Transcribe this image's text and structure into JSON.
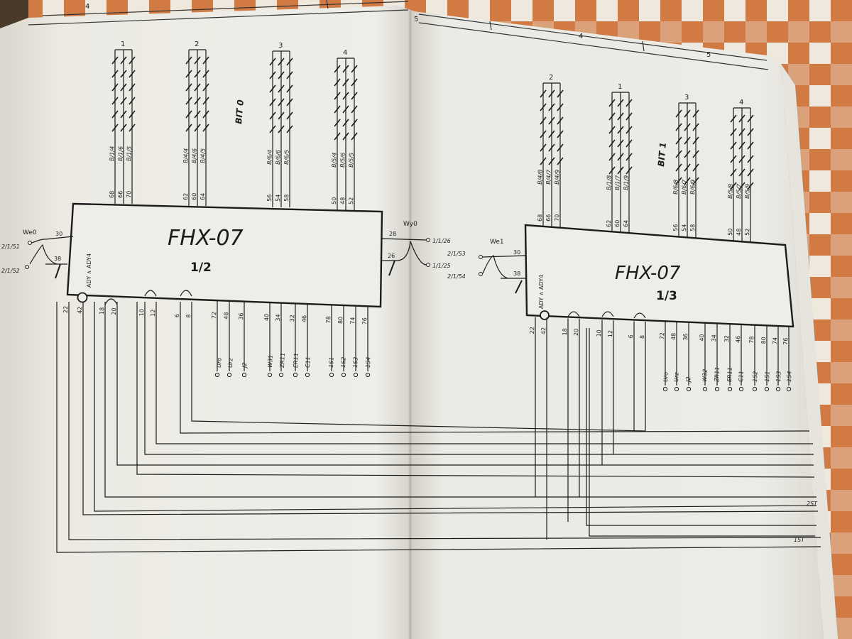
{
  "background": {
    "checker_a": "#c9622a",
    "checker_b": "#efe8dc",
    "page": "#ecebe6",
    "ink": "#1b1b1b"
  },
  "top_ruler": {
    "labels": [
      "4",
      "5",
      "4",
      "5"
    ]
  },
  "left_chip": {
    "name": "FHX-07",
    "part": "1/2",
    "side_label": "ADY ∧ ADY4",
    "bit_label": "BIT 0",
    "top_groups": [
      {
        "group": "1",
        "pins": [
          "68",
          "66",
          "70"
        ],
        "signals": [
          "B/1/4",
          "B/1/6",
          "B/1/5"
        ]
      },
      {
        "group": "2",
        "pins": [
          "62",
          "60",
          "64"
        ],
        "signals": [
          "B/4/4",
          "B/4/6",
          "B/4/5"
        ]
      },
      {
        "group": "3",
        "pins": [
          "56",
          "54",
          "58"
        ],
        "signals": [
          "B/6/4",
          "B/6/6",
          "B/6/5"
        ]
      },
      {
        "group": "4",
        "pins": [
          "50",
          "48",
          "52"
        ],
        "signals": [
          "B/5/4",
          "B/5/6",
          "B/5/5"
        ]
      }
    ],
    "left_ports": [
      {
        "pin": "30",
        "signal": "2/1/51",
        "net": "We0"
      },
      {
        "pin": "38",
        "signal": "2/1/52",
        "net": ""
      }
    ],
    "right_ports": [
      {
        "pin": "28",
        "signal": "1/1/26",
        "net": "Wy0"
      },
      {
        "pin": "26",
        "signal": "1/1/25",
        "net": ""
      }
    ],
    "bottom_pins": [
      "22",
      "42",
      "18",
      "20",
      "10",
      "12",
      "6",
      "8",
      "72",
      "48",
      "36",
      "40",
      "34",
      "32",
      "46",
      "78",
      "80",
      "74",
      "76"
    ],
    "bottom_signals": [
      "Uro",
      "Urz",
      "J2",
      "W31",
      "ZR11",
      "ER11",
      "C11",
      "1S1",
      "1S2",
      "1S3",
      "1S4"
    ]
  },
  "right_chip": {
    "name": "FHX-07",
    "part": "1/3",
    "side_label": "ADY ∧ ADY4",
    "bit_label": "BIT 1",
    "top_groups": [
      {
        "group": "2",
        "pins": [
          "68",
          "66",
          "70"
        ],
        "signals": [
          "B/4/8",
          "B/4/7",
          "B/4/9"
        ]
      },
      {
        "group": "1",
        "pins": [
          "62",
          "60",
          "64"
        ],
        "signals": [
          "B/1/8",
          "B/1/7",
          "B/1/9"
        ]
      },
      {
        "group": "3",
        "pins": [
          "56",
          "54",
          "58"
        ],
        "signals": [
          "B/6/8",
          "B/6/7",
          "B/6/9"
        ]
      },
      {
        "group": "4",
        "pins": [
          "50",
          "48",
          "52"
        ],
        "signals": [
          "B/5/8",
          "B/5/7",
          "B/5/9"
        ]
      }
    ],
    "left_ports": [
      {
        "pin": "30",
        "signal": "2/1/53",
        "net": "We1"
      },
      {
        "pin": "38",
        "signal": "2/1/54",
        "net": ""
      }
    ],
    "bottom_pins": [
      "22",
      "42",
      "18",
      "20",
      "10",
      "12",
      "6",
      "8",
      "72",
      "48",
      "36",
      "40",
      "34",
      "32",
      "46",
      "78",
      "80",
      "74",
      "76"
    ],
    "bottom_signals": [
      "Uro",
      "Urz",
      "J2",
      "W32",
      "ZR11",
      "ER11",
      "C11",
      "1S2",
      "1S1",
      "1S3",
      "1S4"
    ]
  },
  "bus_labels": [
    "2ST",
    "1ST"
  ]
}
